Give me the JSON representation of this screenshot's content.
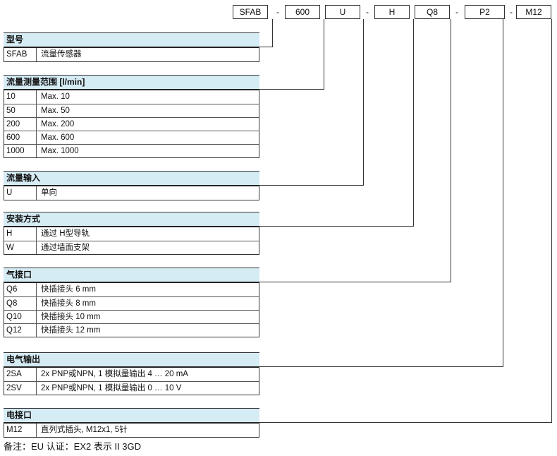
{
  "code": {
    "parts": [
      "SFAB",
      "600",
      "U",
      "H",
      "Q8",
      "P2",
      "M12"
    ],
    "separator": "-"
  },
  "sections": [
    {
      "title": "型号",
      "rows": [
        [
          "SFAB",
          "流量传感器"
        ]
      ]
    },
    {
      "title": "流量测量范围 [l/min]",
      "rows": [
        [
          "10",
          "Max. 10"
        ],
        [
          "50",
          "Max. 50"
        ],
        [
          "200",
          "Max. 200"
        ],
        [
          "600",
          "Max. 600"
        ],
        [
          "1000",
          "Max. 1000"
        ]
      ]
    },
    {
      "title": "流量输入",
      "rows": [
        [
          "U",
          "单向"
        ]
      ]
    },
    {
      "title": "安装方式",
      "rows": [
        [
          "H",
          "通过 H型导轨"
        ],
        [
          "W",
          "通过墙面支架"
        ]
      ]
    },
    {
      "title": "气接口",
      "rows": [
        [
          "Q6",
          "快插接头 6 mm"
        ],
        [
          "Q8",
          "快插接头 8 mm"
        ],
        [
          "Q10",
          "快插接头 10 mm"
        ],
        [
          "Q12",
          "快插接头 12 mm"
        ]
      ]
    },
    {
      "title": "电气输出",
      "rows": [
        [
          "2SA",
          "2x PNP或NPN, 1 模拟量输出 4 … 20 mA"
        ],
        [
          "2SV",
          "2x PNP或NPN, 1 模拟量输出 0 … 10 V"
        ]
      ]
    },
    {
      "title": "电接口",
      "rows": [
        [
          "M12",
          "直列式插头, M12x1, 5针"
        ]
      ]
    }
  ],
  "footnote": "备注：EU 认证：EX2 表示 II 3GD",
  "colors": {
    "header_bg": "#d6ecf5",
    "line": "#333333"
  }
}
